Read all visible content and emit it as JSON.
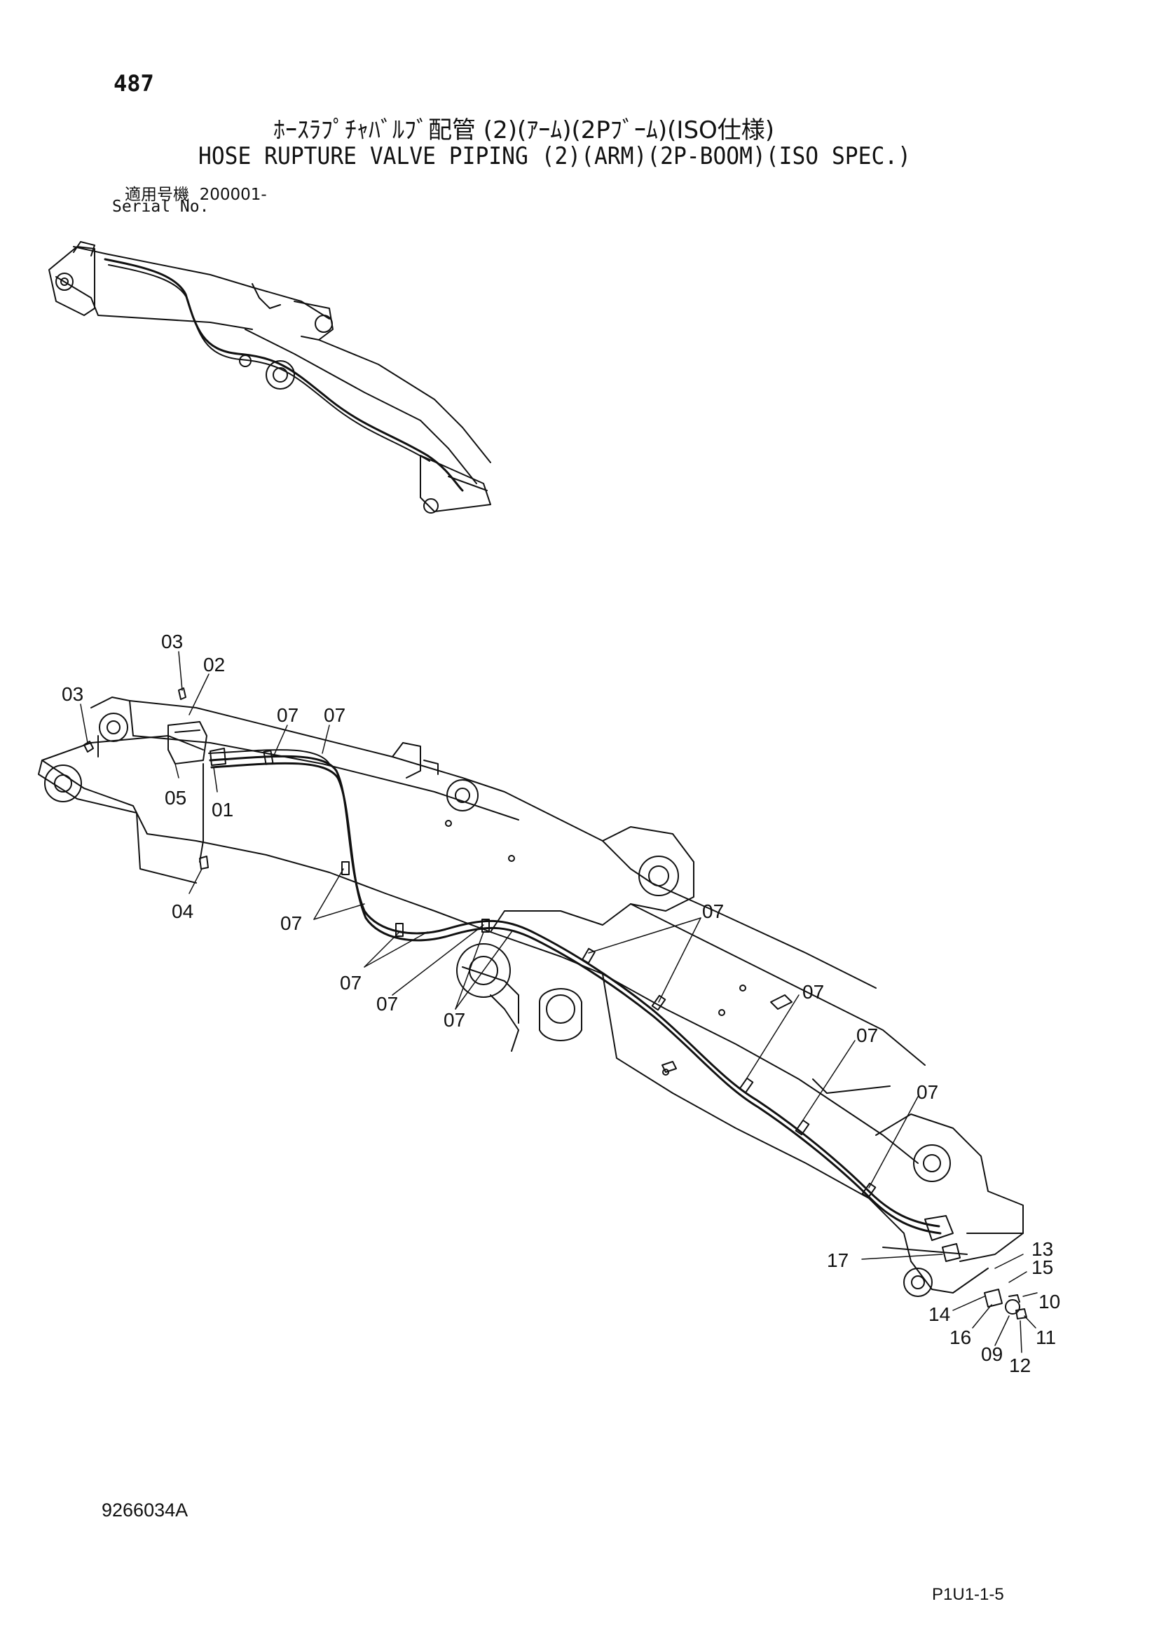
{
  "header": {
    "page_number": "487",
    "title_jp": "ﾎｰｽﾗﾌﾟﾁｬﾊﾞﾙﾌﾞ配管 (2)(ｱｰﾑ)(2Pﾌﾞｰﾑ)(ISO仕様)",
    "title_en": "HOSE RUPTURE VALVE PIPING (2)(ARM)(2P-BOOM)(ISO SPEC.)",
    "serial_label_jp": "適用号機",
    "serial_value": "200001-",
    "serial_label_en": "Serial No."
  },
  "footer": {
    "drawing_number": "9266034A",
    "page_code": "P1U1-1-5"
  },
  "callouts": [
    {
      "id": "c03a",
      "label": "03"
    },
    {
      "id": "c02",
      "label": "02"
    },
    {
      "id": "c03b",
      "label": "03"
    },
    {
      "id": "c07a",
      "label": "07"
    },
    {
      "id": "c07b",
      "label": "07"
    },
    {
      "id": "c05",
      "label": "05"
    },
    {
      "id": "c01",
      "label": "01"
    },
    {
      "id": "c04",
      "label": "04"
    },
    {
      "id": "c07c",
      "label": "07"
    },
    {
      "id": "c07d",
      "label": "07"
    },
    {
      "id": "c07e",
      "label": "07"
    },
    {
      "id": "c07f",
      "label": "07"
    },
    {
      "id": "c07g",
      "label": "07"
    },
    {
      "id": "c07h",
      "label": "07"
    },
    {
      "id": "c07i",
      "label": "07"
    },
    {
      "id": "c07j",
      "label": "07"
    },
    {
      "id": "c17",
      "label": "17"
    },
    {
      "id": "c13",
      "label": "13"
    },
    {
      "id": "c15",
      "label": "15"
    },
    {
      "id": "c10",
      "label": "10"
    },
    {
      "id": "c14",
      "label": "14"
    },
    {
      "id": "c11",
      "label": "11"
    },
    {
      "id": "c16",
      "label": "16"
    },
    {
      "id": "c09",
      "label": "09"
    },
    {
      "id": "c12",
      "label": "12"
    }
  ]
}
